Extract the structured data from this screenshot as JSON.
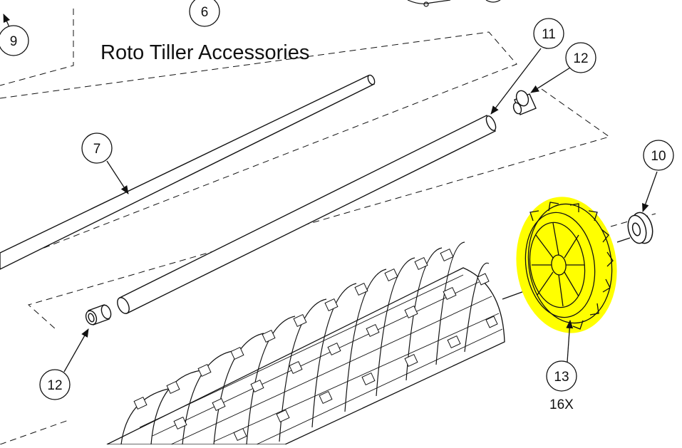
{
  "diagram": {
    "title": "Roto Tiller Accessories",
    "quantity_label": "16X",
    "callouts": [
      {
        "id": "c9",
        "label": "9"
      },
      {
        "id": "c6",
        "label": "6"
      },
      {
        "id": "c11",
        "label": "11"
      },
      {
        "id": "c12a",
        "label": "12"
      },
      {
        "id": "c7",
        "label": "7"
      },
      {
        "id": "c10",
        "label": "10"
      },
      {
        "id": "c12b",
        "label": "12"
      },
      {
        "id": "c13",
        "label": "13"
      }
    ],
    "highlight_color": "#FFFF00",
    "line_color": "#111111"
  }
}
